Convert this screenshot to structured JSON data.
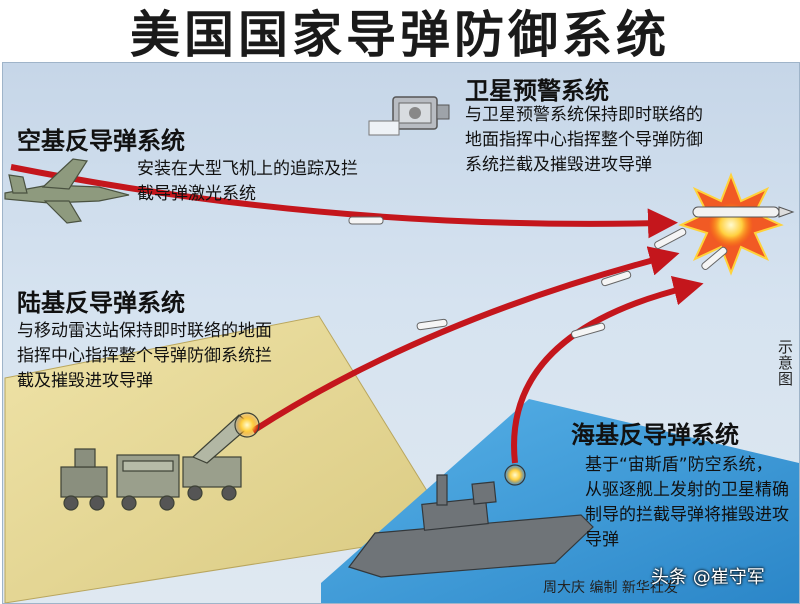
{
  "title": "美国国家导弹防御系统",
  "sections": {
    "air_based": {
      "heading": "空基反导弹系统",
      "description": "安装在大型飞机上的追踪及拦截导弹激光系统"
    },
    "satellite": {
      "heading": "卫星预警系统",
      "description": "与卫星预警系统保持即时联络的地面指挥中心指挥整个导弹防御系统拦截及摧毁进攻导弹"
    },
    "land_based": {
      "heading": "陆基反导弹系统",
      "description": "与移动雷达站保持即时联络的地面指挥中心指挥整个导弹防御系统拦截及摧毁进攻导弹"
    },
    "sea_based": {
      "heading": "海基反导弹系统",
      "description": "基于“宙斯盾”防空系统，从驱逐舰上发射的卫星精确制导的拦截导弹将摧毁进攻导弹"
    }
  },
  "schematic_note": "示意图",
  "credit": "周大庆 编制  新华社发",
  "watermark": "头条 @崔守军",
  "colors": {
    "sky": "#d6e3f0",
    "sea": "#3f9fdc",
    "land": "#e6d894",
    "trajectory": "#c4161c",
    "explosion": "#f15a24"
  }
}
